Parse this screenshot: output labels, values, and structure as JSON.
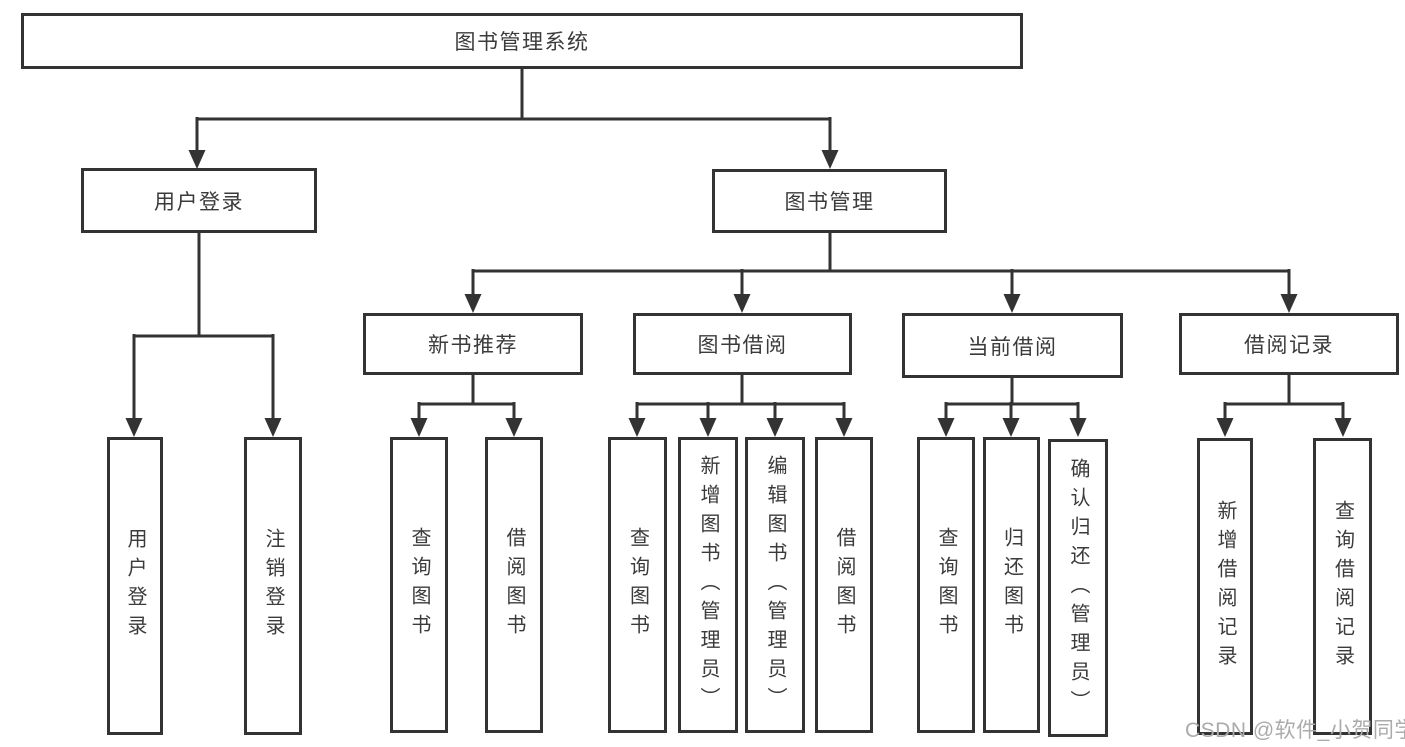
{
  "diagram": {
    "watermark": "CSDN @软件_小贺同学",
    "colors": {
      "line": "#333333",
      "box_border": "#333333",
      "text": "#3b3b3b",
      "watermark": "#ababab",
      "background": "#ffffff"
    },
    "root": {
      "label": "图书管理系统",
      "children": [
        {
          "label": "用户登录",
          "children": [
            {
              "label": "用户登录"
            },
            {
              "label": "注销登录"
            }
          ]
        },
        {
          "label": "图书管理",
          "children": [
            {
              "label": "新书推荐",
              "children": [
                {
                  "label": "查询图书"
                },
                {
                  "label": "借阅图书"
                }
              ]
            },
            {
              "label": "图书借阅",
              "children": [
                {
                  "label": "查询图书"
                },
                {
                  "label": "新增图书（管理员）"
                },
                {
                  "label": "编辑图书（管理员）"
                },
                {
                  "label": "借阅图书"
                }
              ]
            },
            {
              "label": "当前借阅",
              "children": [
                {
                  "label": "查询图书"
                },
                {
                  "label": "归还图书"
                },
                {
                  "label": "确认归还（管理员）"
                }
              ]
            },
            {
              "label": "借阅记录",
              "children": [
                {
                  "label": "新增借阅记录"
                },
                {
                  "label": "查询借阅记录"
                }
              ]
            }
          ]
        }
      ]
    }
  }
}
